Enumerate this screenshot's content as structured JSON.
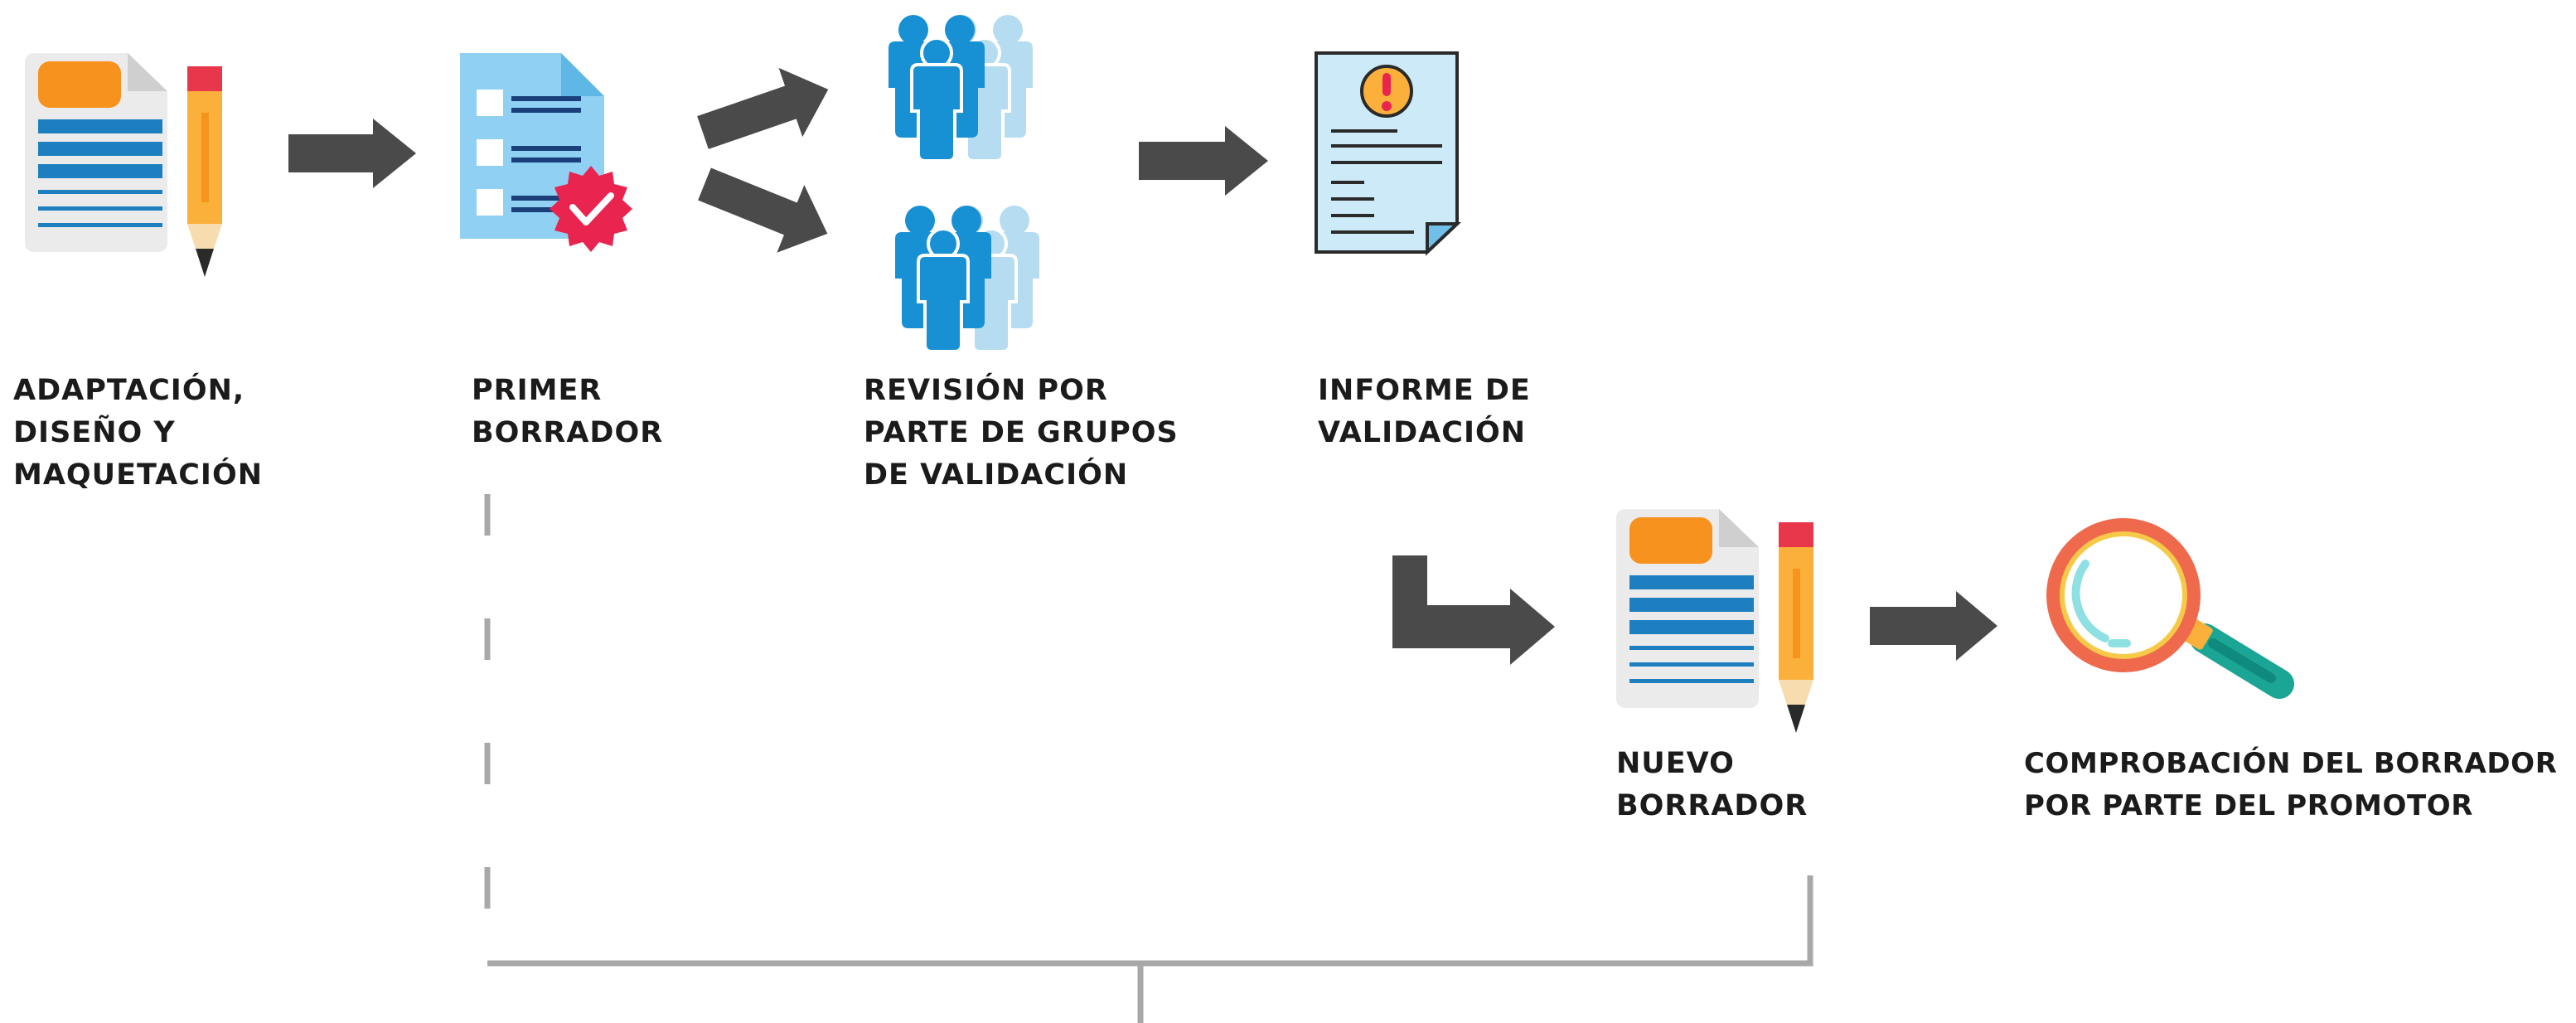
{
  "steps": [
    {
      "id": "adaptacion",
      "lines": [
        "ADAPTACIÓN,",
        "DISEÑO Y",
        "MAQUETACIÓN"
      ]
    },
    {
      "id": "primer-borrador",
      "lines": [
        "PRIMER",
        "BORRADOR"
      ]
    },
    {
      "id": "revision",
      "lines": [
        "REVISIÓN POR",
        "PARTE DE GRUPOS",
        "DE VALIDACIÓN"
      ]
    },
    {
      "id": "informe",
      "lines": [
        "INFORME DE",
        "VALIDACIÓN"
      ]
    },
    {
      "id": "nuevo-borrador",
      "lines": [
        "NUEVO",
        "BORRADOR"
      ]
    },
    {
      "id": "comprobacion",
      "lines": [
        "COMPROBACIÓN DEL BORRADOR",
        "POR PARTE DEL PROMOTOR"
      ]
    }
  ],
  "icons": [
    "document-pencil-icon",
    "checklist-document-icon",
    "group-people-icon",
    "validation-report-icon",
    "magnifying-glass-icon"
  ],
  "colors": {
    "arrow": "#4a4a4a",
    "text": "#1b1b1b",
    "connector": "#a8a8a8",
    "blue_dark": "#1890d4",
    "blue_light": "#b5dcf1",
    "orange": "#f7921e",
    "pencil_yellow": "#fbb03b",
    "red": "#e8244f",
    "magnifier_ring": "#ef6a4d"
  }
}
